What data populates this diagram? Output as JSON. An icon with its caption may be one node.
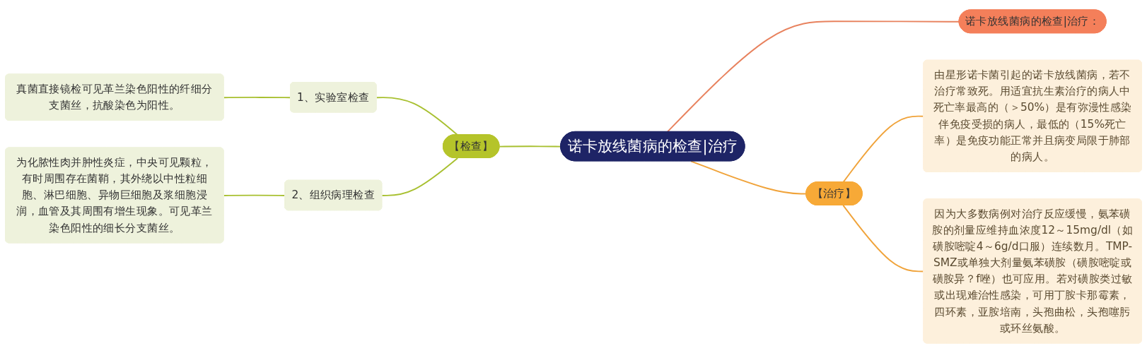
{
  "diagram": {
    "nodes": [
      {
        "text": [
          "诺卡放线菌病的检查|治疗"
        ]
      },
      {
        "text": [
          "诺卡放线菌病的检查|治疗："
        ]
      },
      {
        "text": [
          "【治疗】"
        ]
      },
      {
        "text": [
          "由星形诺卡菌引起的诺卡放线菌病，若不治疗常致死。用适宜抗生素治疗的病人中死亡率最高的（＞50%）是有弥漫性感染伴免疫受损的病人，最低的（15%死亡率）是免疫功能正常并且病变局限于肺部的病人。"
        ]
      },
      {
        "text": [
          "因为大多数病例对治疗反应缓慢，氨苯磺胺的剂量应维持血浓度12～15mg/dl（如磺胺嘧啶4～6g/d口服）连续数月。TMP-SMZ或单独大剂量氨苯磺胺（磺胺嘧啶或磺胺异？f唑）也可应用。若对磺胺类过敏或出现难治性感染，可用丁胺卡那霉素，四环素，亚胺培南，头孢曲松，头孢噻肟或环丝氨酸。"
        ]
      },
      {
        "text": [
          "【检查】"
        ]
      },
      {
        "text": [
          "1、实验室检查"
        ]
      },
      {
        "text": [
          "2、组织病理检查"
        ]
      },
      {
        "text": [
          "真菌直接镜检可见革兰染色阳性的纤细分支菌丝，抗酸染色为阳性。"
        ]
      },
      {
        "text": [
          "为化脓性肉并肿性炎症，中央可见颗粒，有时周围存在菌鞘，其外绕以中性粒细胞、淋巴细胞、异物巨细胞及浆细胞浸润，血管及其周围有增生现象。可见革兰染色阳性的细长分支菌丝。"
        ]
      }
    ],
    "edges": [
      {
        "from": 0,
        "to": 1,
        "arrow": "none",
        "color": "#e8825e"
      },
      {
        "from": 0,
        "to": 2,
        "arrow": "none",
        "color": "#f0a33a"
      },
      {
        "from": 2,
        "to": 3,
        "arrow": "none",
        "color": "#f0a33a"
      },
      {
        "from": 2,
        "to": 4,
        "arrow": "none",
        "color": "#f0a33a"
      },
      {
        "from": 0,
        "to": 5,
        "arrow": "none"
      },
      {
        "from": 5,
        "to": 6,
        "arrow": "none"
      },
      {
        "from": 5,
        "to": 7,
        "arrow": "none"
      },
      {
        "from": 6,
        "to": 8,
        "arrow": "none"
      },
      {
        "from": 7,
        "to": 9,
        "arrow": "none"
      }
    ]
  }
}
